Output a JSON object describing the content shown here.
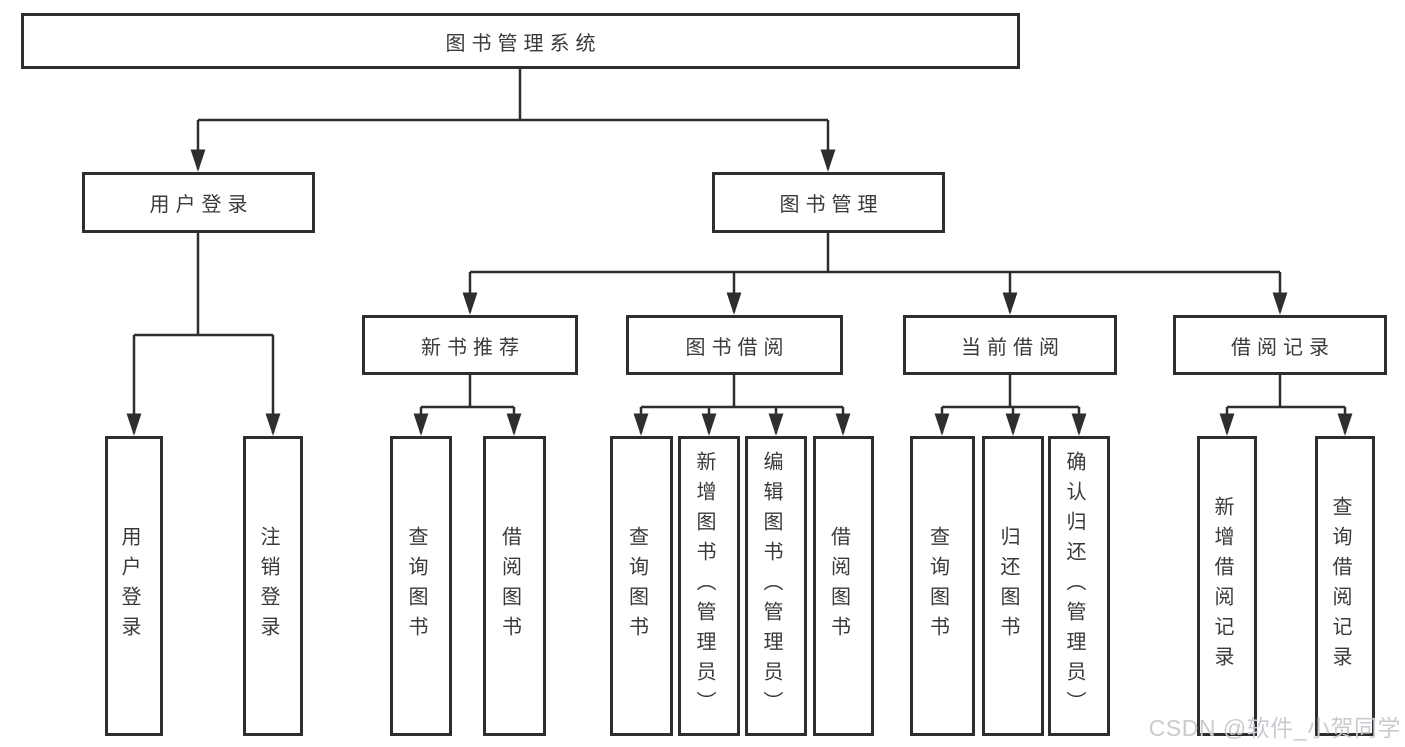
{
  "watermark": "CSDN @软件_小贺同学",
  "colors": {
    "line": "#2e2e2e",
    "text": "#3a3a3a",
    "background": "#ffffff",
    "watermark": "#c9cbd1"
  },
  "tree": {
    "root": {
      "label": "图书管理系统"
    },
    "branches": [
      {
        "label": "用户登录",
        "children": [
          {
            "label": "用户登录"
          },
          {
            "label": "注销登录"
          }
        ]
      },
      {
        "label": "图书管理",
        "children": [
          {
            "label": "新书推荐",
            "children": [
              {
                "label": "查询图书"
              },
              {
                "label": "借阅图书"
              }
            ]
          },
          {
            "label": "图书借阅",
            "children": [
              {
                "label": "查询图书"
              },
              {
                "label": "新增图书（管理员）"
              },
              {
                "label": "编辑图书（管理员）"
              },
              {
                "label": "借阅图书"
              }
            ]
          },
          {
            "label": "当前借阅",
            "children": [
              {
                "label": "查询图书"
              },
              {
                "label": "归还图书"
              },
              {
                "label": "确认归还（管理员）"
              }
            ]
          },
          {
            "label": "借阅记录",
            "children": [
              {
                "label": "新增借阅记录"
              },
              {
                "label": "查询借阅记录"
              }
            ]
          }
        ]
      }
    ]
  }
}
